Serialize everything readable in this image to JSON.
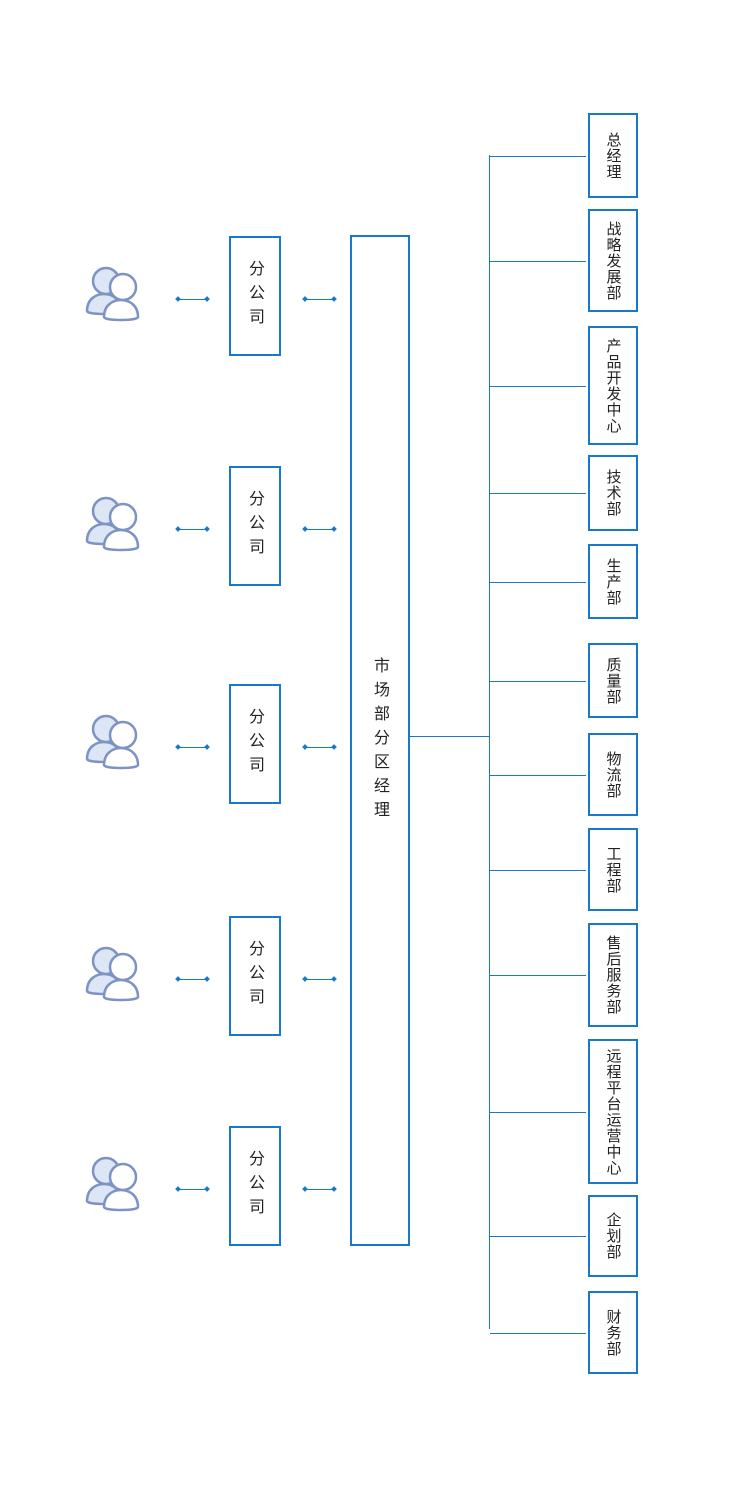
{
  "manager": {
    "label": "市场部分区经理"
  },
  "branches": [
    {
      "label": "分公司",
      "icon": "users-icon"
    },
    {
      "label": "分公司",
      "icon": "users-icon"
    },
    {
      "label": "分公司",
      "icon": "users-icon"
    },
    {
      "label": "分公司",
      "icon": "users-icon"
    },
    {
      "label": "分公司",
      "icon": "users-icon"
    }
  ],
  "departments": [
    {
      "label": "总经理"
    },
    {
      "label": "战略发展部"
    },
    {
      "label": "产品开发中心"
    },
    {
      "label": "技术部"
    },
    {
      "label": "生产部"
    },
    {
      "label": "质量部"
    },
    {
      "label": "物流部"
    },
    {
      "label": "工程部"
    },
    {
      "label": "售后服务部"
    },
    {
      "label": "远程平台运营中心"
    },
    {
      "label": "企划部"
    },
    {
      "label": "财务部"
    }
  ],
  "colors": {
    "accent": "#1a78c8",
    "icon_fill": "#dde6f5",
    "icon_stroke": "#7d93c4"
  }
}
